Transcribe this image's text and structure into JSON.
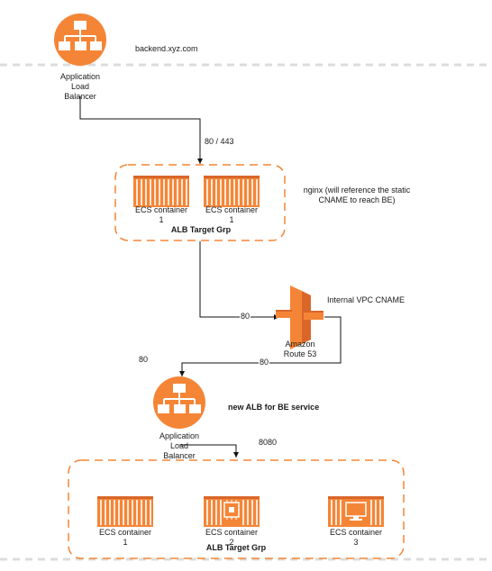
{
  "title_domain": "backend.xyz.com",
  "alb_top": {
    "line1": "Application",
    "line2": "Load",
    "line3": "Balancer"
  },
  "edge_top": "80 / 443",
  "tg1": {
    "label": "ALB Target Grp",
    "c1": {
      "line1": "ECS container",
      "line2": "1"
    },
    "c2": {
      "line1": "ECS container",
      "line2": "1"
    }
  },
  "nginx_note": {
    "line1": "nginx (will reference the static",
    "line2": "CNAME to reach BE)"
  },
  "route53": {
    "line1": "Amazon",
    "line2": "Route 53"
  },
  "vpc_note": "Internal VPC CNAME",
  "edge_80_a": "80",
  "edge_80_b": "80",
  "edge_80_c": "80",
  "alb_bottom": {
    "line1": "Application",
    "line2": "Load",
    "line3": "Balancer"
  },
  "alb_bottom_note": "new ALB for BE service",
  "edge_8080": "8080",
  "tg2": {
    "label": "ALB Target Grp",
    "c1": {
      "line1": "ECS container",
      "line2": "1"
    },
    "c2": {
      "line1": "ECS container",
      "line2": "2"
    },
    "c3": {
      "line1": "ECS container",
      "line2": "3"
    }
  },
  "colors": {
    "aws_orange": "#F58536",
    "orange_dark": "#D9672A",
    "dashed": "#E0E0E0",
    "line": "#111111"
  }
}
